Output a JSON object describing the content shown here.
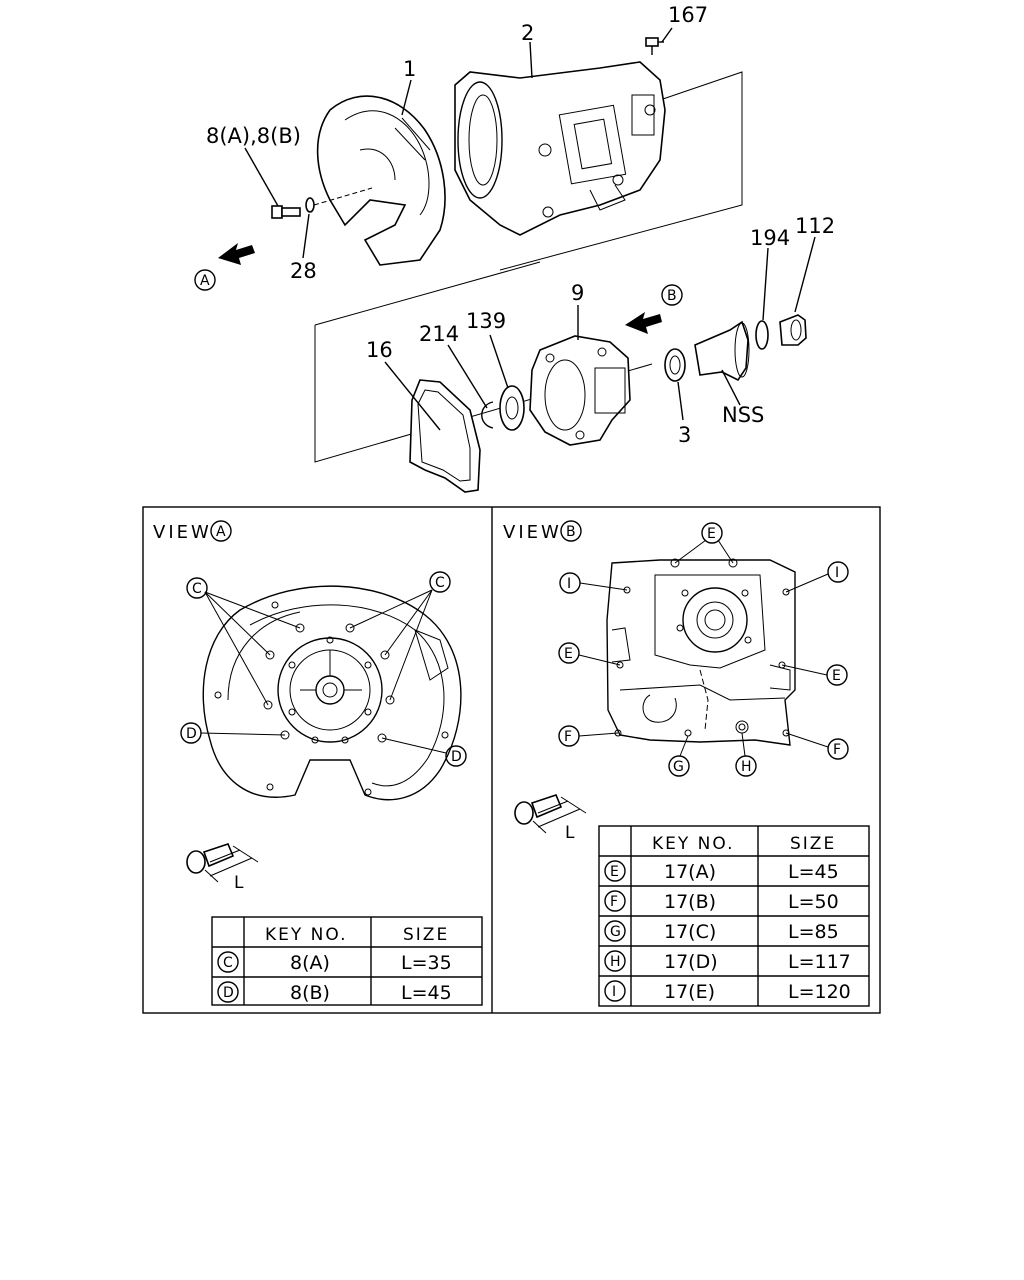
{
  "callouts": {
    "p1": "1",
    "p2": "2",
    "p167": "167",
    "p8": "8(A),8(B)",
    "p28": "28",
    "pA": "A",
    "pB": "B",
    "p194": "194",
    "p112": "112",
    "p9": "9",
    "p139": "139",
    "p214": "214",
    "p16": "16",
    "p3": "3",
    "pNSS": "NSS"
  },
  "view_a": {
    "title": "VIEW",
    "letter": "A",
    "c": "C",
    "d": "D",
    "bolt_label": "L",
    "table": {
      "headers": [
        "KEY NO.",
        "SIZE"
      ],
      "rows": [
        {
          "mark": "C",
          "key": "8(A)",
          "size": "L=35"
        },
        {
          "mark": "D",
          "key": "8(B)",
          "size": "L=45"
        }
      ]
    }
  },
  "view_b": {
    "title": "VIEW",
    "letter": "B",
    "e": "E",
    "f": "F",
    "g": "G",
    "h": "H",
    "i": "I",
    "bolt_label": "L",
    "table": {
      "headers": [
        "KEY NO.",
        "SIZE"
      ],
      "rows": [
        {
          "mark": "E",
          "key": "17(A)",
          "size": "L=45"
        },
        {
          "mark": "F",
          "key": "17(B)",
          "size": "L=50"
        },
        {
          "mark": "G",
          "key": "17(C)",
          "size": "L=85"
        },
        {
          "mark": "H",
          "key": "17(D)",
          "size": "L=117"
        },
        {
          "mark": "I",
          "key": "17(E)",
          "size": "L=120"
        }
      ]
    }
  }
}
